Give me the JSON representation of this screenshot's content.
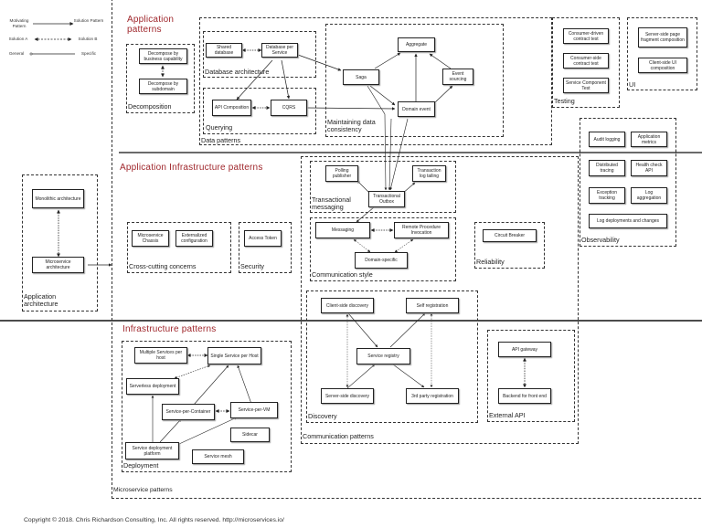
{
  "legend": {
    "motivating": "Motivating Pattern",
    "solution": "Solution Pattern",
    "solution_a": "Solution A",
    "solution_b": "Solution B",
    "general": "General",
    "specific": "Specific"
  },
  "sections": {
    "application_patterns": "Application patterns",
    "application_infrastructure_patterns": "Application Infrastructure patterns",
    "infrastructure_patterns": "Infrastructure patterns",
    "microservice_patterns": "Microservice patterns"
  },
  "groups": {
    "decomposition": "Decomposition",
    "database_architecture": "Database architecture",
    "querying": "Querying",
    "data_patterns": "Data patterns",
    "maintaining_data_consistency": "Maintaining data consistency",
    "testing": "Testing",
    "ui": "UI",
    "observability": "Observability",
    "application_architecture": "Application architecture",
    "cross_cutting_concerns": "Cross-cutting concerns",
    "security": "Security",
    "transactional_messaging": "Transactional messaging",
    "communication_style": "Communication style",
    "reliability": "Reliability",
    "discovery": "Discovery",
    "external_api": "External API",
    "communication_patterns": "Communication patterns",
    "deployment": "Deployment"
  },
  "patterns": {
    "decompose_business": "Decompose by business capability",
    "decompose_subdomain": "Decompose by subdomain",
    "shared_database": "Shared database",
    "database_per_service": "Database per Service",
    "api_composition": "API Composition",
    "cqrs": "CQRS",
    "aggregate": "Aggregate",
    "saga": "Saga",
    "event_sourcing": "Event sourcing",
    "domain_event": "Domain event",
    "consumer_driven_contract_test": "Consumer-driven contract test",
    "consumer_side_contract_test": "Consumer-side contract test",
    "service_component_test": "Service Component Test",
    "server_side_page_fragment": "Server-side page fragment composition",
    "client_side_ui": "Client-side UI composition",
    "audit_logging": "Audit logging",
    "application_metrics": "Application metrics",
    "distributed_tracing": "Distributed tracing",
    "health_check_api": "Health check API",
    "exception_tracking": "Exception tracking",
    "log_aggregation": "Log aggregation",
    "log_deployments": "Log deployments and changes",
    "monolithic_architecture": "Monolithic architecture",
    "microservice_architecture": "Microservice architecture",
    "microservice_chassis": "Microservice Chassis",
    "externalized_configuration": "Externalized configuration",
    "access_token": "Access Token",
    "polling_publisher": "Polling publisher",
    "transaction_log_tailing": "Transaction log tailing",
    "transactional_outbox": "Transactional Outbox",
    "messaging": "Messaging",
    "rpi": "Remote Procedure Invocation",
    "domain_specific": "Domain-specific",
    "circuit_breaker": "Circuit Breaker",
    "client_side_discovery": "Client-side discovery",
    "self_registration": "Self registration",
    "service_registry": "Service registry",
    "server_side_discovery": "Server-side discovery",
    "third_party_registration": "3rd party registration",
    "api_gateway": "API gateway",
    "backend_for_front_end": "Backend for front end",
    "multiple_services_per_host": "Multiple Services per host",
    "single_service_per_host": "Single Service per Host",
    "serverless_deployment": "Serverless deployment",
    "service_per_container": "Service-per-Container",
    "service_per_vm": "Service-per-VM",
    "sidecar": "Sidecar",
    "service_deployment_platform": "Service deployment platform",
    "service_mesh": "Service mesh"
  },
  "footer": {
    "copyright": "Copyright © 2018. Chris Richardson Consulting, Inc. All rights reserved. http://microservices.io/"
  },
  "colors": {
    "section_title": "#a0282d"
  }
}
